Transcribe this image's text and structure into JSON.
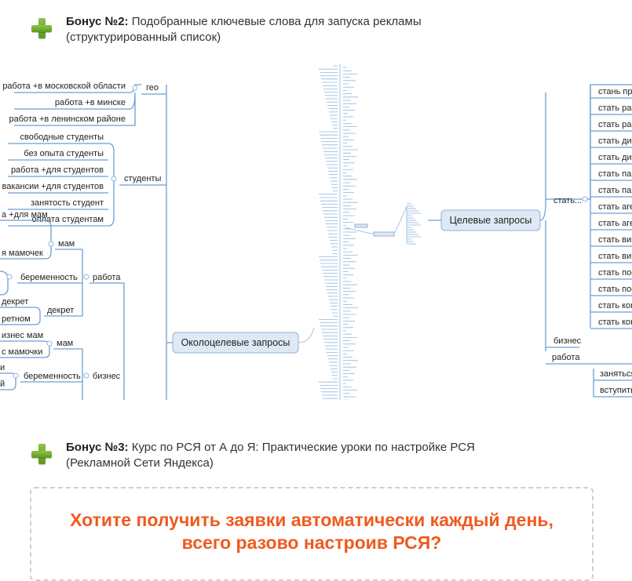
{
  "bonus2": {
    "label": "Бонус №2:",
    "text": "Подобранные ключевые слова для запуска рекламы",
    "text2": "(структурированный список)"
  },
  "mindmap": {
    "central_left": "Околоцелевые запросы",
    "central_right": "Целевые запросы",
    "left_groups": [
      {
        "label": "гео",
        "items": [
          "работа +в московской области",
          "работа +в минске",
          "работа +в ленинском районе"
        ]
      },
      {
        "label": "студенты",
        "items": [
          "свободные студенты",
          "без опыта студенты",
          "работа +для студентов",
          "вакансии +для студентов",
          "занятость студент",
          "оплата студентам"
        ]
      },
      {
        "label": "работа",
        "sub": [
          {
            "label": "мам",
            "items": [
              "а +для мам",
              "я мамочек"
            ]
          },
          {
            "label": "беременность",
            "items": [
              ""
            ]
          },
          {
            "label": "декрет",
            "items": [
              "декрет",
              "ретном"
            ]
          }
        ]
      },
      {
        "label": "бизнес",
        "sub": [
          {
            "label": "мам",
            "items": [
              "изнес мам",
              "с мамочки"
            ]
          },
          {
            "label": "беременность",
            "items": [
              "и",
              "й"
            ]
          }
        ]
      }
    ],
    "right_groups": [
      {
        "label": "стать...",
        "items": [
          "стань пре",
          "стать рас",
          "стать рас",
          "стать дис",
          "стать дис",
          "стать пар",
          "стать пар",
          "стать аге",
          "стать аге",
          "стать вип",
          "стать вип",
          "стать пос",
          "стать пос",
          "стать кон",
          "стать кон"
        ]
      },
      {
        "label": "бизнес",
        "items": []
      },
      {
        "label": "работа",
        "items": [
          "заняться",
          "вступить"
        ]
      }
    ]
  },
  "bonus3": {
    "label": "Бонус №3:",
    "text": "Курс по РСЯ от А до Я: Практические уроки по настройке РСЯ",
    "text2": "(Рекламной Сети Яндекса)"
  },
  "cta": {
    "line1": "Хотите получить заявки автоматически каждый день,",
    "line2": "всего разово настроив РСЯ?"
  }
}
